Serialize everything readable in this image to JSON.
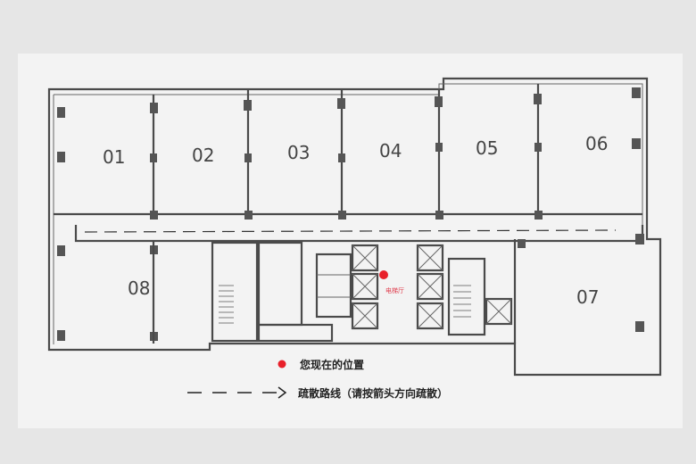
{
  "rooms": [
    "01",
    "02",
    "03",
    "04",
    "05",
    "06",
    "07",
    "08"
  ],
  "labels": {
    "elevator_lobby": "电梯厅"
  },
  "legend": {
    "you_are_here": "您现在的位置",
    "evacuation_route": "疏散路线（请按箭头方向疏散）"
  },
  "colors": {
    "marker": "#e8202a",
    "walls": "#4a4a4a",
    "paper": "#f4f4f4"
  }
}
